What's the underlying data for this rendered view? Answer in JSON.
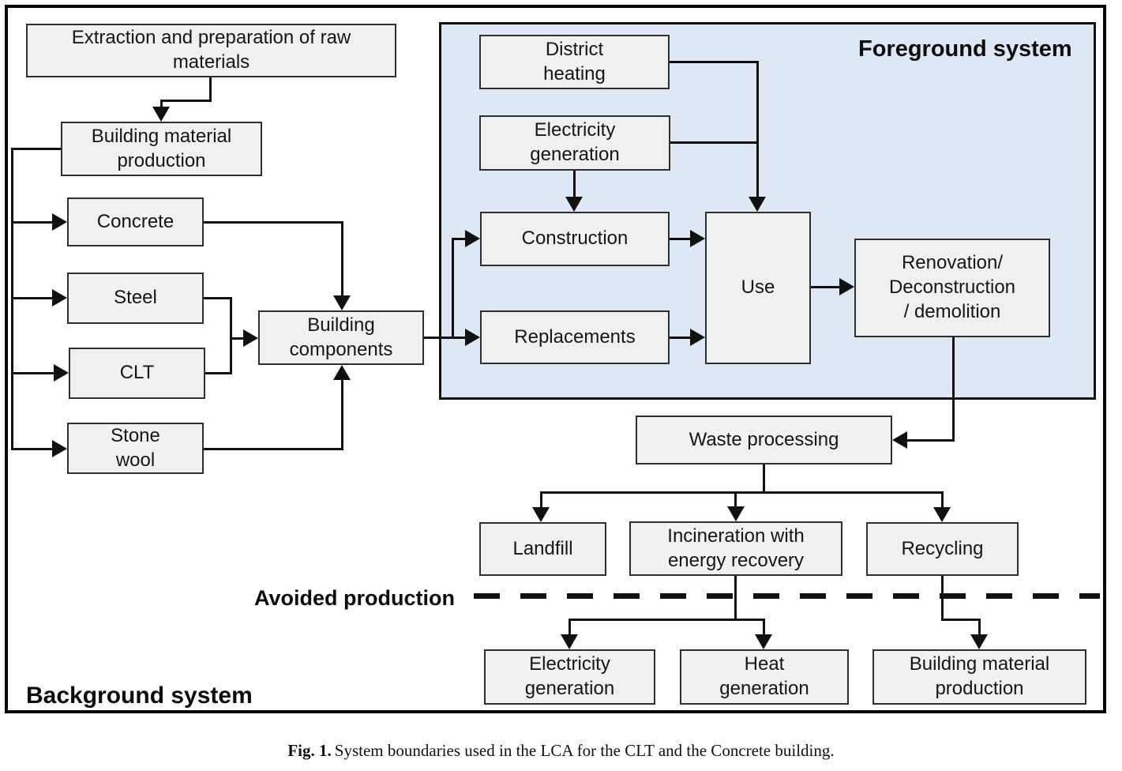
{
  "figure": {
    "caption_prefix": "Fig. 1.",
    "caption_text": "System boundaries used in the LCA for the CLT and the Concrete building."
  },
  "labels": {
    "foreground_system": "Foreground system",
    "avoided_production": "Avoided production",
    "background_system": "Background system"
  },
  "boxes": {
    "extraction": {
      "label": "Extraction and preparation of raw\nmaterials"
    },
    "building_material_production_top": {
      "label": "Building material\nproduction"
    },
    "concrete": {
      "label": "Concrete"
    },
    "steel": {
      "label": "Steel"
    },
    "clt": {
      "label": "CLT"
    },
    "stone_wool": {
      "label": "Stone\nwool"
    },
    "building_components": {
      "label": "Building\ncomponents"
    },
    "district_heating": {
      "label": "District\nheating"
    },
    "electricity_generation_top": {
      "label": "Electricity\ngeneration"
    },
    "construction": {
      "label": "Construction"
    },
    "replacements": {
      "label": "Replacements"
    },
    "use": {
      "label": "Use"
    },
    "renovation": {
      "label": "Renovation/\nDeconstruction\n/ demolition"
    },
    "waste_processing": {
      "label": "Waste processing"
    },
    "landfill": {
      "label": "Landfill"
    },
    "incineration": {
      "label": "Incineration with\nenergy recovery"
    },
    "recycling": {
      "label": "Recycling"
    },
    "electricity_generation_bottom": {
      "label": "Electricity\ngeneration"
    },
    "heat_generation": {
      "label": "Heat\ngeneration"
    },
    "building_material_production_bottom": {
      "label": "Building material\nproduction"
    }
  },
  "colors": {
    "box_fill": "#f0f0f0",
    "box_border": "#2f2f2f",
    "foreground_fill": "#dde8f4",
    "foreground_border": "#111111",
    "outer_border": "#000000",
    "line": "#111111"
  }
}
